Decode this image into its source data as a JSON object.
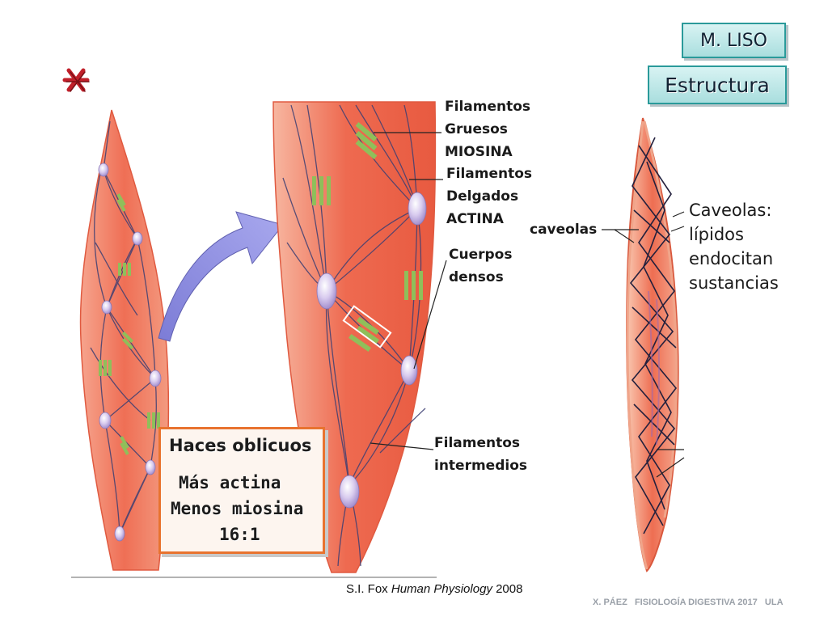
{
  "header": {
    "tag_muscle": "M. LISO",
    "tag_section": "Estructura",
    "asterisk": "*"
  },
  "labels": {
    "thick": [
      "Filamentos",
      "Gruesos",
      "MIOSINA"
    ],
    "thin": [
      "Filamentos",
      "Delgados",
      "ACTINA"
    ],
    "dense": [
      "Cuerpos",
      "densos"
    ],
    "intermediate": [
      "Filamentos",
      "intermedios"
    ],
    "caveolas_small": "caveolas",
    "caveolas_note": [
      "Caveolas:",
      "lípidos",
      "endocitan",
      "sustancias"
    ]
  },
  "callout": {
    "title": "Haces oblicuos",
    "line1": "Más actina",
    "line2": "Menos miosina",
    "ratio": "16:1"
  },
  "citation": {
    "author": "S.I. Fox ",
    "book": "Human Physiology",
    "year": " 2008"
  },
  "footer": "X. PÁEZ   FISIOLOGÍA DIGESTIVA 2017   ULA",
  "colors": {
    "muscle_fill": "#f0735a",
    "muscle_edge": "#e65a3f",
    "actin_bar": "#8fbf5a",
    "dense_body": "#cfc0e6",
    "arrow": "#8f8fe0",
    "callout_border": "#e8732f",
    "tag_border": "#2a9a9a",
    "footer_text": "#9aa0a8"
  }
}
